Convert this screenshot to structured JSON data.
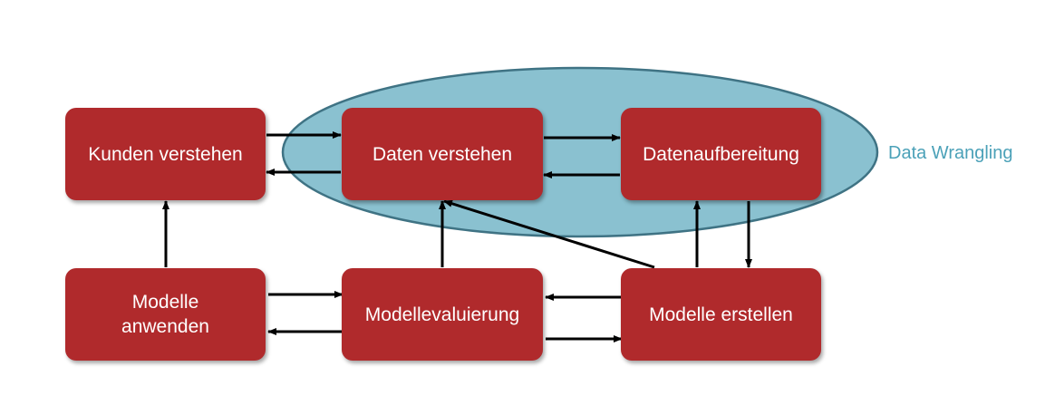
{
  "colors": {
    "node_fill": "#b02a2c",
    "node_text": "#ffffff",
    "ellipse_fill": "#8ac1d0",
    "ellipse_stroke": "#3f7384",
    "highlight_label": "#4ba1b8",
    "arrow": "#000000"
  },
  "highlight": {
    "label": "Data Wrangling"
  },
  "nodes": {
    "kunden_verstehen": "Kunden verstehen",
    "daten_verstehen": "Daten verstehen",
    "datenaufbereitung": "Datenaufbereitung",
    "modelle_anwenden": "Modelle\nanwenden",
    "modellevaluierung": "Modellevaluierung",
    "modelle_erstellen": "Modelle erstellen"
  }
}
